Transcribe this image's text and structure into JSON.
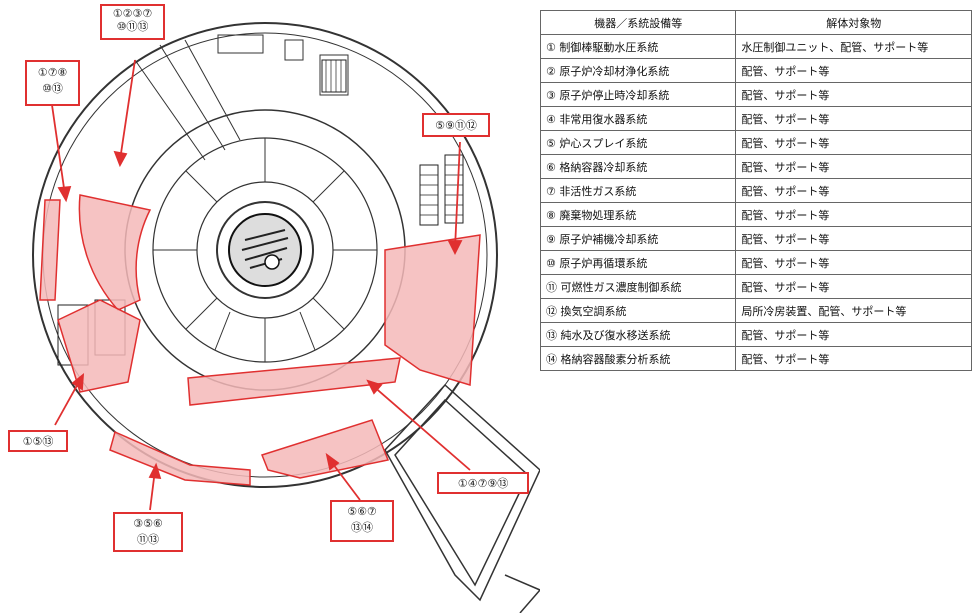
{
  "table": {
    "headers": [
      "機器／系統設備等",
      "解体対象物"
    ],
    "rows": [
      [
        "① 制御棒駆動水圧系統",
        "水圧制御ユニット、配管、サポート等"
      ],
      [
        "② 原子炉冷却材浄化系統",
        "配管、サポート等"
      ],
      [
        "③ 原子炉停止時冷却系統",
        "配管、サポート等"
      ],
      [
        "④ 非常用復水器系統",
        "配管、サポート等"
      ],
      [
        "⑤ 炉心スプレイ系統",
        "配管、サポート等"
      ],
      [
        "⑥ 格納容器冷却系統",
        "配管、サポート等"
      ],
      [
        "⑦ 非活性ガス系統",
        "配管、サポート等"
      ],
      [
        "⑧ 廃棄物処理系統",
        "配管、サポート等"
      ],
      [
        "⑨ 原子炉補機冷却系統",
        "配管、サポート等"
      ],
      [
        "⑩ 原子炉再循環系統",
        "配管、サポート等"
      ],
      [
        "⑪ 可燃性ガス濃度制御系統",
        "配管、サポート等"
      ],
      [
        "⑫ 換気空調系統",
        "局所冷房装置、配管、サポート等"
      ],
      [
        "⑬ 純水及び復水移送系統",
        "配管、サポート等"
      ],
      [
        "⑭ 格納容器酸素分析系統",
        "配管、サポート等"
      ]
    ]
  },
  "callouts": {
    "c1": [
      "①②③⑦",
      "⑩⑪⑬"
    ],
    "c2": [
      "①⑦⑧",
      "⑩⑬"
    ],
    "c3": [
      "⑤⑨⑪⑫"
    ],
    "c4": [
      "①⑤⑬"
    ],
    "c5": [
      "①④⑦⑨⑬"
    ],
    "c6": [
      "③⑤⑥",
      "⑪⑬"
    ],
    "c7": [
      "⑤⑥⑦",
      "⑬⑭"
    ]
  },
  "colors": {
    "highlight_fill": "#f4b8b8",
    "highlight_stroke": "#e03030",
    "line": "#333333"
  }
}
